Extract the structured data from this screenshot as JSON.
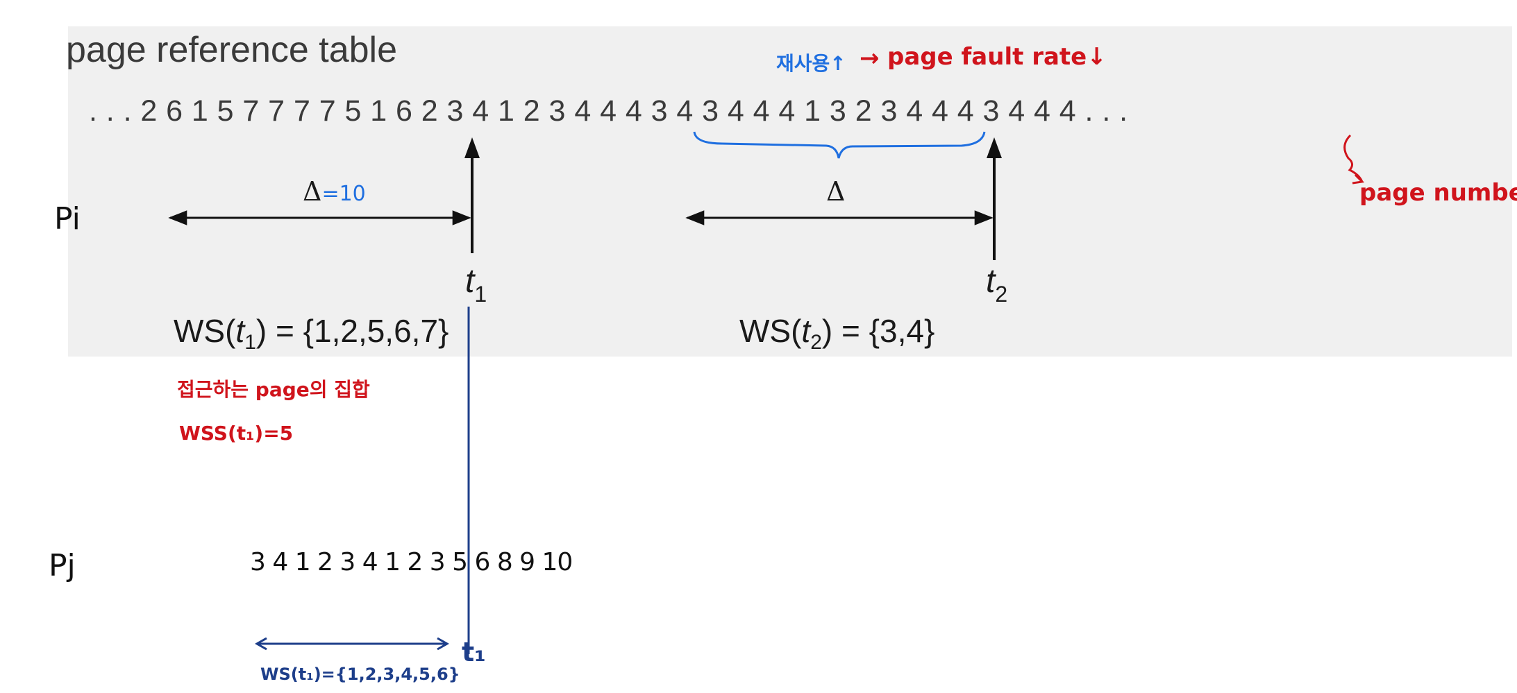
{
  "figure": {
    "title": "page reference table",
    "reference_string": ". . . 2 6 1 5 7 7 7 7 5 1 6 2 3 4 1 2 3 4 4 4 3 4 3 4 4 4 1 3 2 3 4 4 4 3 4 4 4 . . .",
    "delta_label": "Δ",
    "t1_label": "t",
    "t1_sub": "1",
    "t2_label": "t",
    "t2_sub": "2",
    "ws_t1_prefix": "WS(",
    "ws_t1_t": "t",
    "ws_t1_sub": "1",
    "ws_t1_suffix": ") = {1,2,5,6,7}",
    "ws_t2_prefix": "WS(",
    "ws_t2_t": "t",
    "ws_t2_sub": "2",
    "ws_t2_suffix": ") = {3,4}"
  },
  "annotations": {
    "delta_eq_10": "=10",
    "reuse_note": "재사용↑",
    "arrow_note": "→",
    "fault_note": "page fault rate↓",
    "page_number_note": "page number",
    "pi_label": "Pi",
    "pj_label": "Pj",
    "ws_set_note": "접근하는 page의 집합",
    "wss_note": "WSS(t₁)=5",
    "pj_refs": "3 4 1 2 3 4 1 2 3 5 6 8 9 10",
    "pj_t1_label": "t₁",
    "pj_ws_note": "WS(t₁)={1,2,3,4,5,6}"
  },
  "colors": {
    "panel": "#f0f0f0",
    "blue_annotation": "#1f6fe0",
    "red_annotation": "#d0141c",
    "navy_annotation": "#1d3e8a"
  }
}
